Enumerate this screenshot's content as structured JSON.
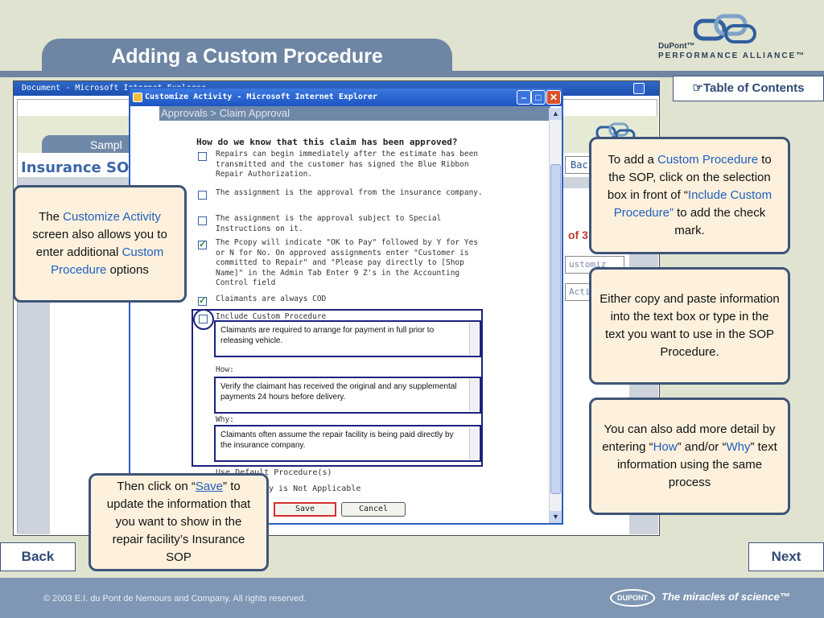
{
  "header": {
    "title": "Adding a Custom Procedure",
    "logo_line1": "DuPont™",
    "logo_line2": "PERFORMANCE ALLIANCE™"
  },
  "nav": {
    "toc": "☞Table of Contents",
    "back": "Back",
    "next": "Next"
  },
  "background_window": {
    "title": "Document - Microsoft Internet Explorer",
    "sample_tab": "Sampl",
    "sop_title": "Insurance SOP",
    "back_button": "Bac",
    "page_count": "of 3",
    "customize_button": "ustomiz",
    "activity_button": "Activi"
  },
  "dialog": {
    "title": "Customize Activity - Microsoft Internet Explorer",
    "breadcrumb": "Approvals > Claim Approval",
    "question": "How do we know that this claim has been approved?",
    "options": [
      {
        "text": "Repairs can begin immediately after the estimate has been transmitted and the customer has signed the Blue Ribbon Repair Authorization.",
        "checked": false
      },
      {
        "text": "The assignment is the approval from the insurance company.",
        "checked": false
      },
      {
        "text": "The assignment is the approval subject to Special Instructions on it.",
        "checked": false
      },
      {
        "text": "The Pcopy will indicate \"OK to Pay\" followed by Y for Yes or N for No. On approved assignments enter \"Customer is committed to Repair\" and \"Please pay directly to [Shop Name]\" in the Admin Tab Enter 9 Z's in the Accounting Control field",
        "checked": true
      },
      {
        "text": "Claimants are always COD",
        "checked": true
      }
    ],
    "custom_label": "Include Custom Procedure",
    "what_text": "Claimants are required to arrange for payment in full prior to releasing vehicle.",
    "how_label": "How:",
    "how_text": "Verify the claimant has received the original and any supplemental payments 24 hours before delivery.",
    "why_label": "Why:",
    "why_text": "Claimants often assume the repair facility is being paid directly by the insurance company.",
    "use_default": "Use Default Procedure(s)",
    "not_applicable": "y is Not Applicable",
    "save": "Save",
    "cancel": "Cancel"
  },
  "callouts": {
    "customize": {
      "pre": "The ",
      "hl1": "Customize Activity",
      "mid": " screen also allows you to enter additional ",
      "hl2": "Custom Procedure",
      "post": " options"
    },
    "add": {
      "pre": "To add a ",
      "hl1": "Custom Procedure",
      "mid": " to the SOP, click on the selection box in front of “",
      "hl2": "Include Custom Procedure”",
      "post": " to add the check mark."
    },
    "copy": "Either copy and paste information into the text box or type in the text you want to use in the SOP Procedure.",
    "more": {
      "pre": "You can also add more detail by entering “",
      "hl1": "How",
      "mid": "” and/or “",
      "hl2": "Why",
      "post": "” text information using the same process"
    },
    "save": {
      "pre": "Then click on “",
      "hl1": "Save",
      "post": "” to update the information that you want to show in the repair facility’s Insurance SOP"
    }
  },
  "footer": {
    "copyright": "© 2003 E.I. du Pont de Nemours and Company. All rights reserved.",
    "brand": "DUPONT",
    "tagline": "The miracles of science™"
  },
  "colors": {
    "accent_blue": "#6e86a4",
    "highlight_blue": "#1f5fbf",
    "frame_navy": "#1a237e",
    "save_red": "#d32f2f"
  }
}
